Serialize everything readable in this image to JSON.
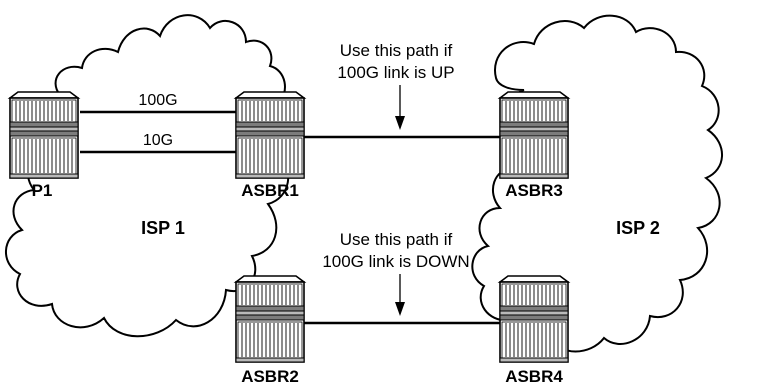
{
  "diagram": {
    "links": {
      "p1_asbr1_top_label": "100G",
      "p1_asbr1_bottom_label": "10G"
    },
    "routers": {
      "p1": "P1",
      "asbr1": "ASBR1",
      "asbr2": "ASBR2",
      "asbr3": "ASBR3",
      "asbr4": "ASBR4"
    },
    "clouds": {
      "isp1": "ISP 1",
      "isp2": "ISP 2"
    },
    "annotations": {
      "up_line1": "Use this path if",
      "up_line2": "100G link is UP",
      "down_line1": "Use this path if",
      "down_line2": "100G link is DOWN"
    },
    "colors": {
      "outline": "#000000",
      "router_band": "#7c7c7c",
      "background": "#ffffff"
    }
  }
}
